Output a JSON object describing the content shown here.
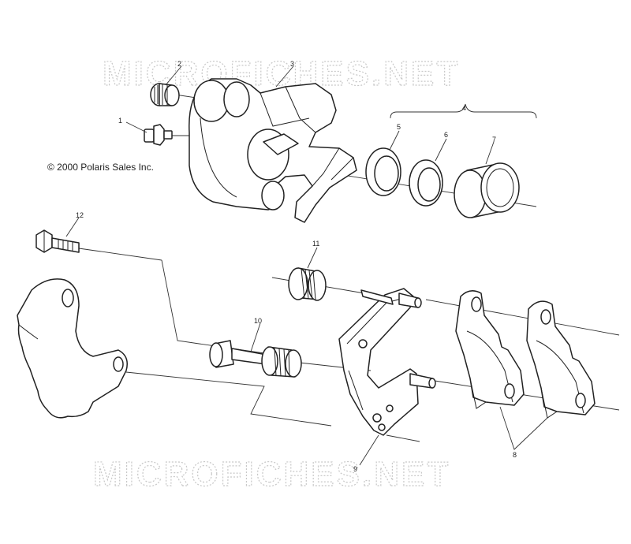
{
  "watermark": {
    "top": "MICROFICHES.NET",
    "bottom": "MICROFICHES.NET"
  },
  "copyright": "© 2000 Polaris Sales Inc.",
  "callouts": {
    "c1": "1",
    "c2": "2",
    "c3": "3",
    "c4": "4",
    "c5": "5",
    "c6": "6",
    "c7": "7",
    "c8": "8",
    "c9": "9",
    "c10": "10",
    "c11": "11",
    "c12": "12"
  }
}
